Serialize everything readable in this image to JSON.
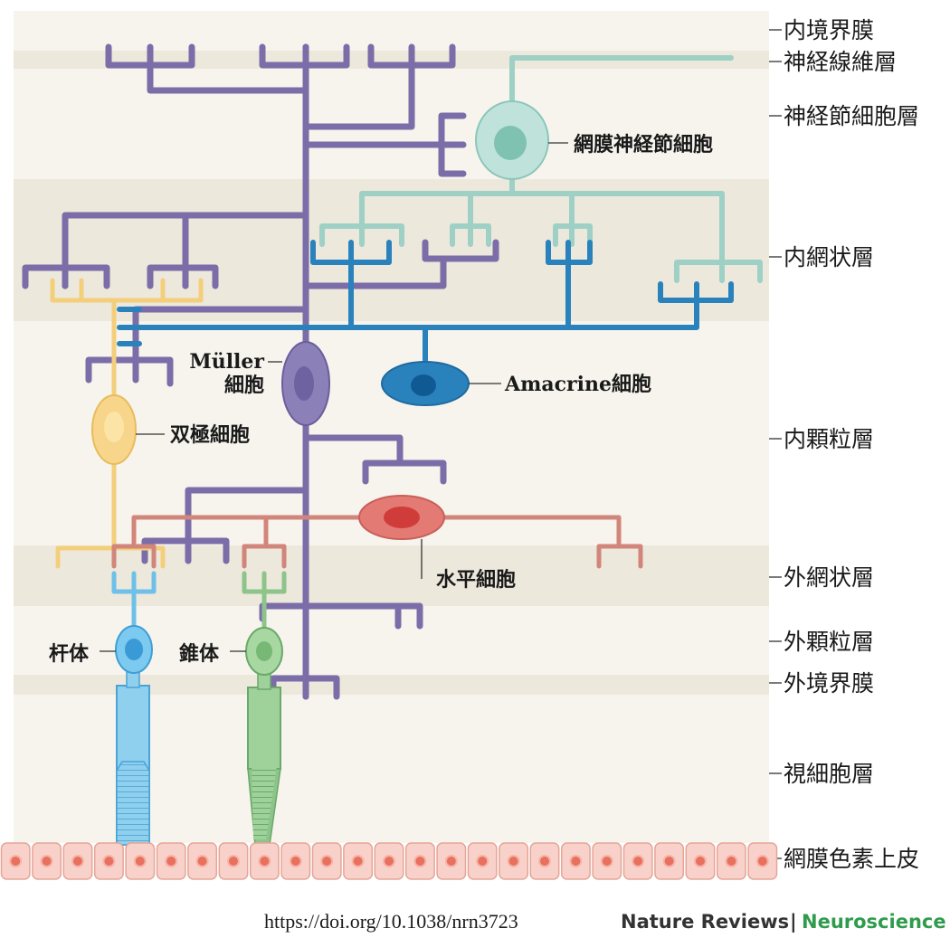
{
  "layers": [
    {
      "id": "ilm",
      "label": "内境界膜"
    },
    {
      "id": "nfl",
      "label": "神経線維層"
    },
    {
      "id": "gcl",
      "label": "神経節細胞層"
    },
    {
      "id": "ipl",
      "label": "内網状層"
    },
    {
      "id": "inl",
      "label": "内顆粒層"
    },
    {
      "id": "opl",
      "label": "外網状層"
    },
    {
      "id": "onl",
      "label": "外顆粒層"
    },
    {
      "id": "olm",
      "label": "外境界膜"
    },
    {
      "id": "prl",
      "label": "視細胞層"
    },
    {
      "id": "rpe",
      "label": "網膜色素上皮"
    }
  ],
  "cells": {
    "ganglion": "網膜神経節細胞",
    "muller_line1": "Müller",
    "muller_line2": "細胞",
    "amacrine": "Amacrine細胞",
    "bipolar": "双極細胞",
    "horizontal": "水平細胞",
    "rod": "杆体",
    "cone": "錐体"
  },
  "footer": {
    "doi": "https://doi.org/10.1038/nrn3723",
    "journal": "Nature Reviews",
    "separator": "|",
    "section": "Neuroscience"
  },
  "colors": {
    "muller": "#7b6da8",
    "ganglion": "#9fd0c6",
    "amacrine": "#2a82bd",
    "bipolar": "#f3cf7c",
    "horizontal": "#d2857a",
    "rod": "#6ec0e8",
    "cone": "#8cc48a",
    "rpe": "#f6c9c0"
  }
}
